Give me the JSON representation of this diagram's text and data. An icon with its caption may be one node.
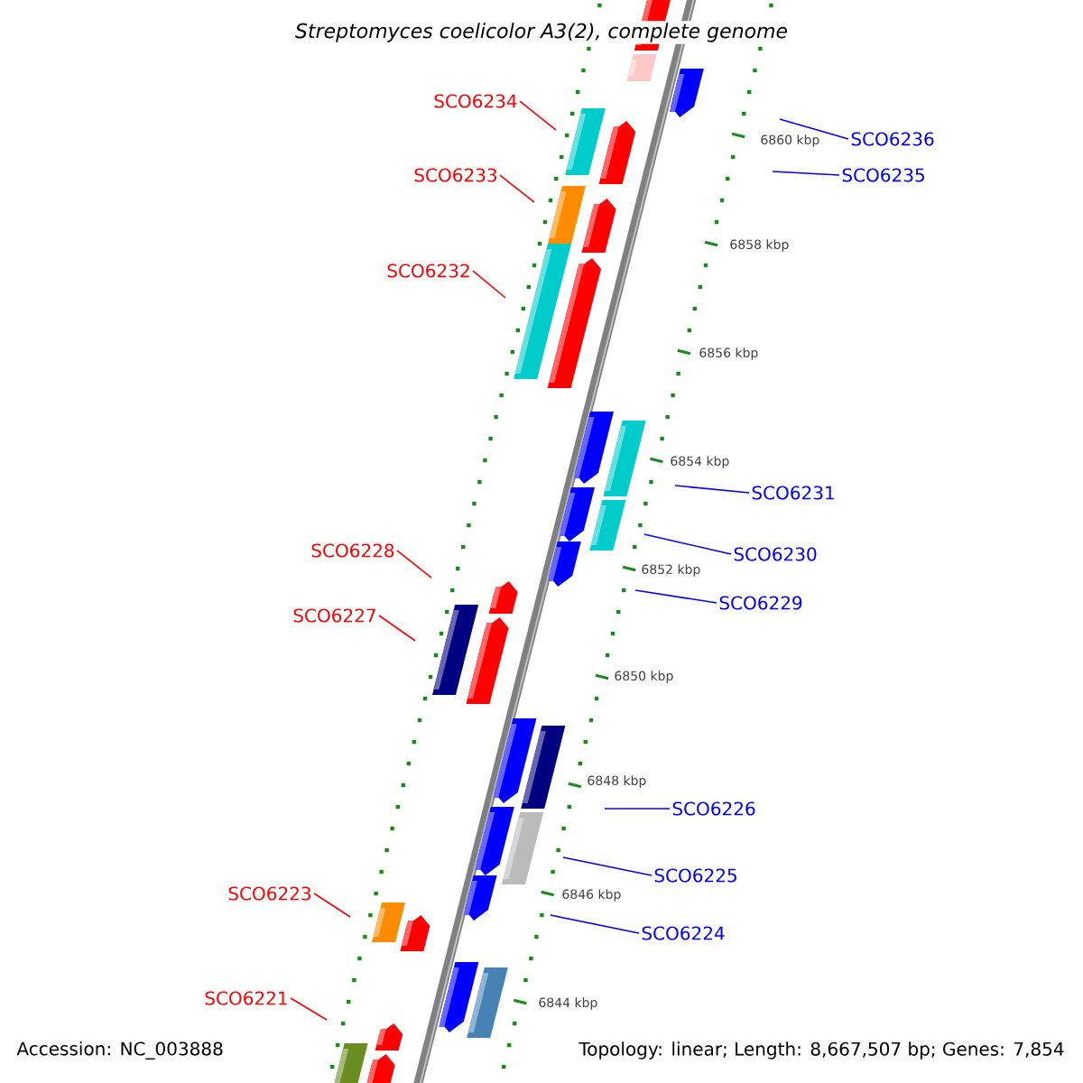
{
  "diagram": {
    "title": "Streptomyces coelicolor A3(2), complete genome",
    "nodes": [
      {
        "text": [
          "SCO6234"
        ]
      },
      {
        "text": [
          "SCO6236"
        ]
      },
      {
        "text": [
          "SCO6235"
        ]
      },
      {
        "text": [
          "SCO6233"
        ]
      },
      {
        "text": [
          "SCO6232"
        ]
      },
      {
        "text": [
          "SCO6231"
        ]
      },
      {
        "text": [
          "SCO6228"
        ]
      },
      {
        "text": [
          "SCO6230"
        ]
      },
      {
        "text": [
          "SCO6229"
        ]
      },
      {
        "text": [
          "SCO6227"
        ]
      },
      {
        "text": [
          "SCO6226"
        ]
      },
      {
        "text": [
          "SCO6225"
        ]
      },
      {
        "text": [
          "SCO6223"
        ]
      },
      {
        "text": [
          "SCO6224"
        ]
      },
      {
        "text": [
          "SCO6221"
        ]
      }
    ],
    "edges": [
      {
        "from": 0,
        "to": null,
        "arrow": "none",
        "color": "#ff0000"
      },
      {
        "from": 1,
        "to": null,
        "arrow": "none"
      },
      {
        "from": 2,
        "to": null,
        "arrow": "none"
      },
      {
        "from": 3,
        "to": null,
        "arrow": "none",
        "color": "#ff0000"
      },
      {
        "from": 4,
        "to": null,
        "arrow": "none",
        "color": "#ff0000"
      },
      {
        "from": 5,
        "to": null,
        "arrow": "none"
      },
      {
        "from": 6,
        "to": null,
        "arrow": "none",
        "color": "#ff0000"
      },
      {
        "from": 7,
        "to": null,
        "arrow": "none"
      },
      {
        "from": 8,
        "to": null,
        "arrow": "none"
      },
      {
        "from": 9,
        "to": null,
        "arrow": "none",
        "color": "#ff0000"
      },
      {
        "from": 10,
        "to": null,
        "arrow": "none"
      },
      {
        "from": 11,
        "to": null,
        "arrow": "none"
      },
      {
        "from": 12,
        "to": null,
        "arrow": "none",
        "color": "#ff0000"
      },
      {
        "from": 13,
        "to": null,
        "arrow": "none"
      },
      {
        "from": 14,
        "to": null,
        "arrow": "none",
        "color": "#ff0000"
      }
    ],
    "labels": [
      "6860 kbp",
      "6858 kbp",
      "6856 kbp",
      "6854 kbp",
      "6852 kbp",
      "6850 kbp",
      "6848 kbp",
      "6846 kbp",
      "6844 kbp",
      "Accession: NC_003888",
      "Topology: linear; Length: 8,667,507 bp; Genes: 7,854"
    ]
  }
}
